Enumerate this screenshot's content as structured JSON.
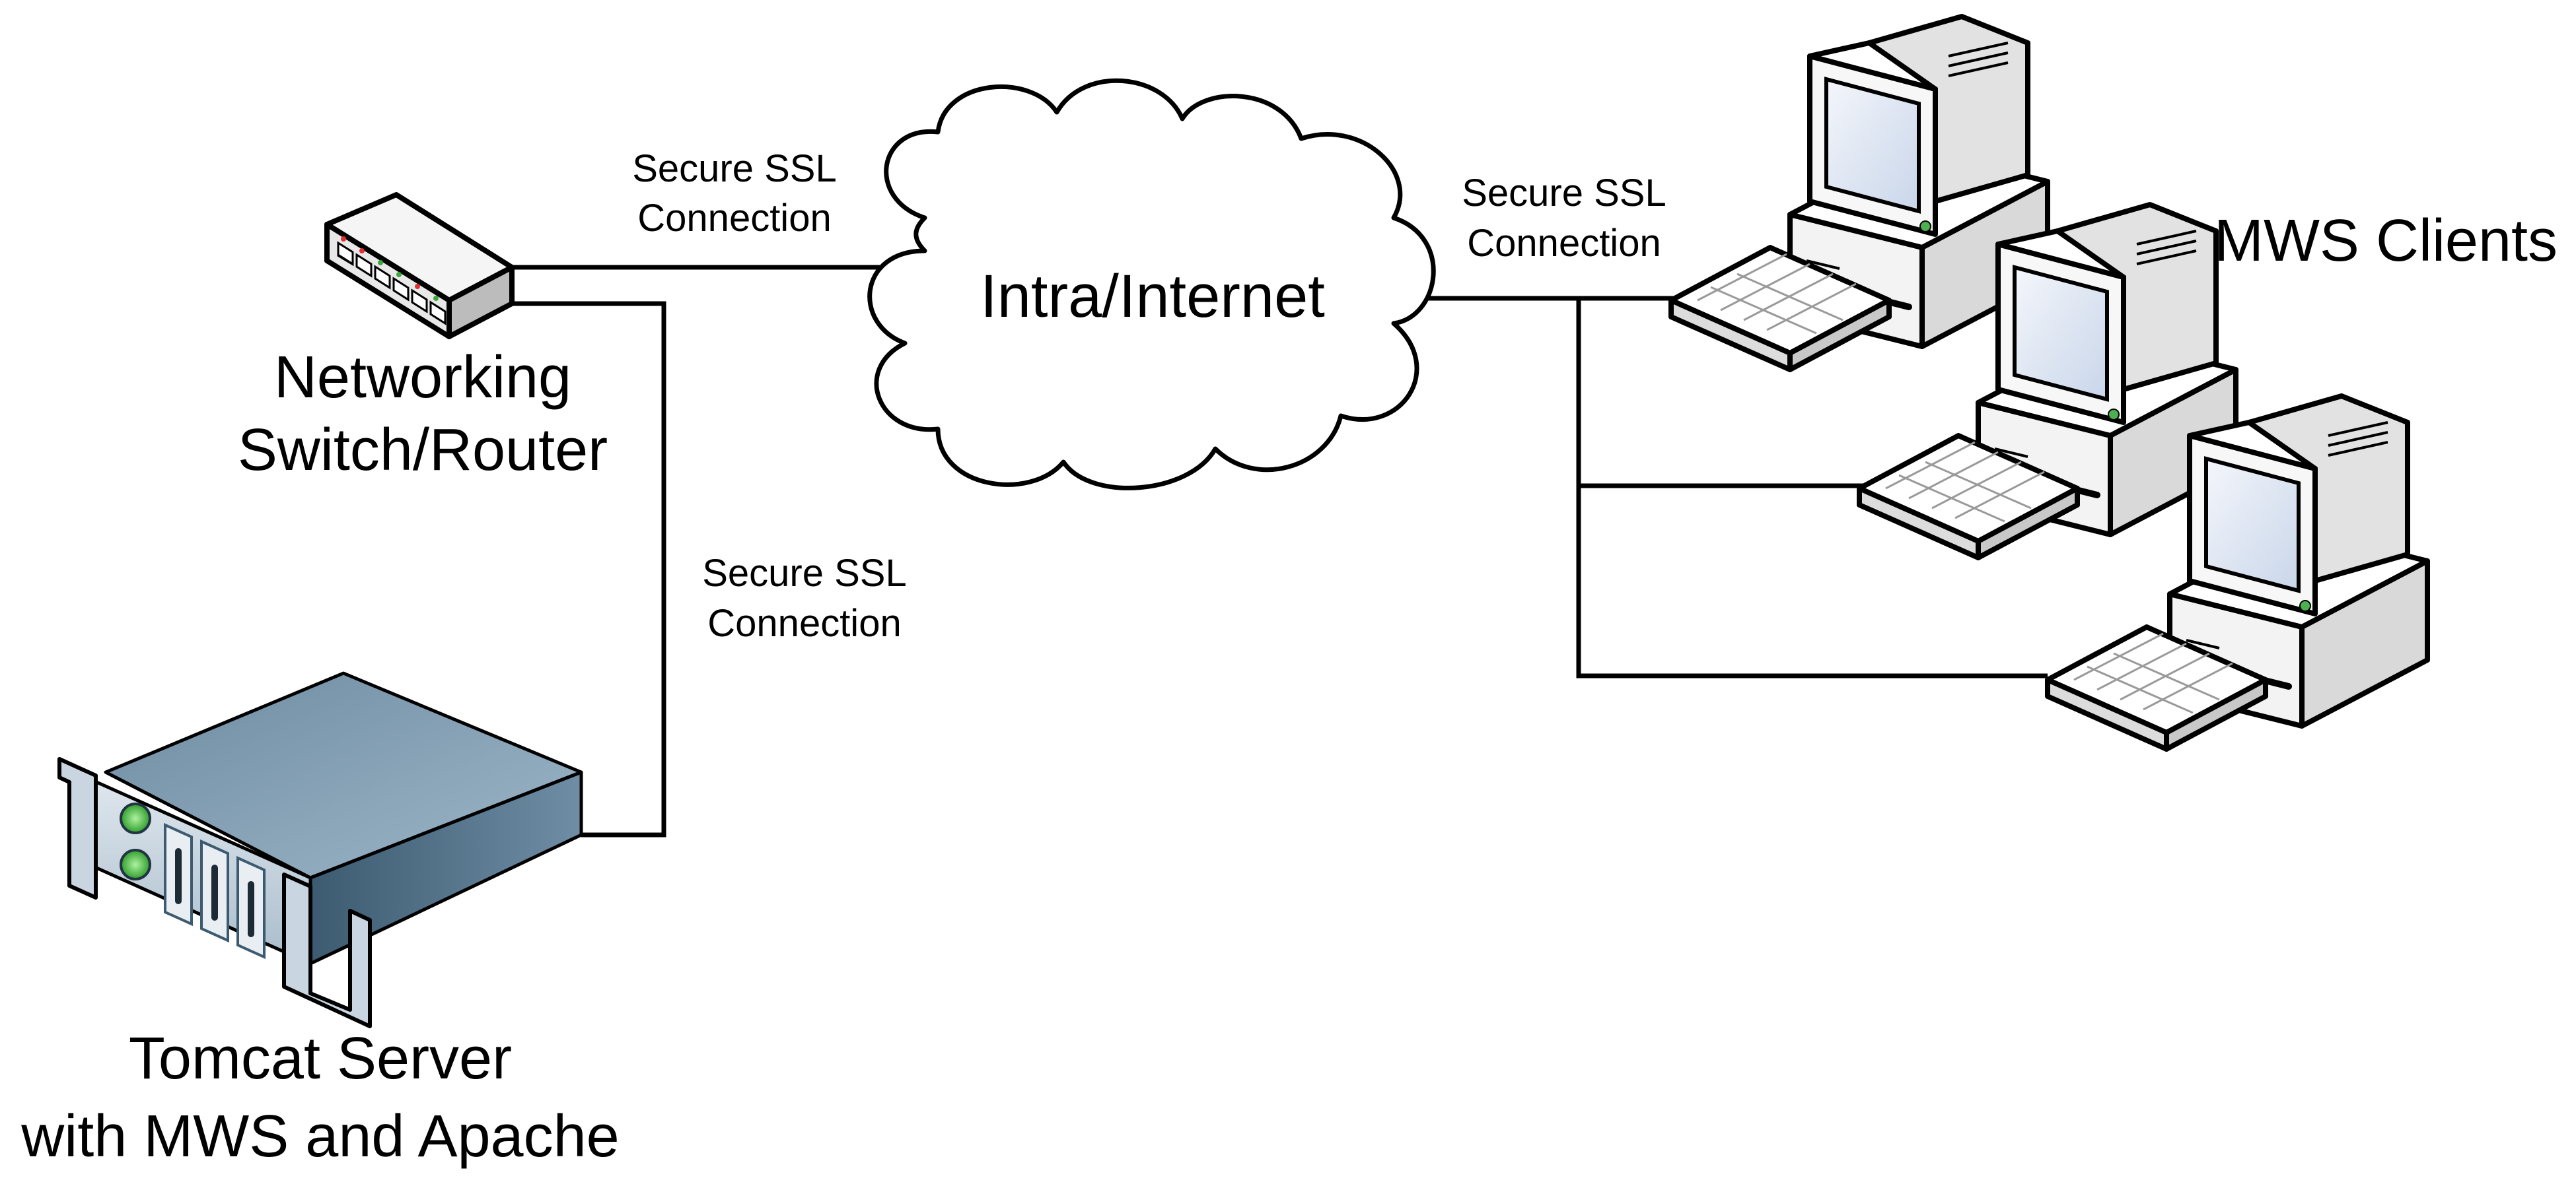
{
  "cloud": {
    "label": "Intra/Internet"
  },
  "switch": {
    "label_line1": "Networking",
    "label_line2": "Switch/Router"
  },
  "server": {
    "label_line1": "Tomcat Server",
    "label_line2": "with MWS and Apache"
  },
  "clients": {
    "label": "MWS Clients"
  },
  "connections": {
    "switch_to_cloud": {
      "line1": "Secure SSL",
      "line2": "Connection"
    },
    "cloud_to_clients": {
      "line1": "Secure SSL",
      "line2": "Connection"
    },
    "switch_to_server": {
      "line1": "Secure SSL",
      "line2": "Connection"
    }
  }
}
